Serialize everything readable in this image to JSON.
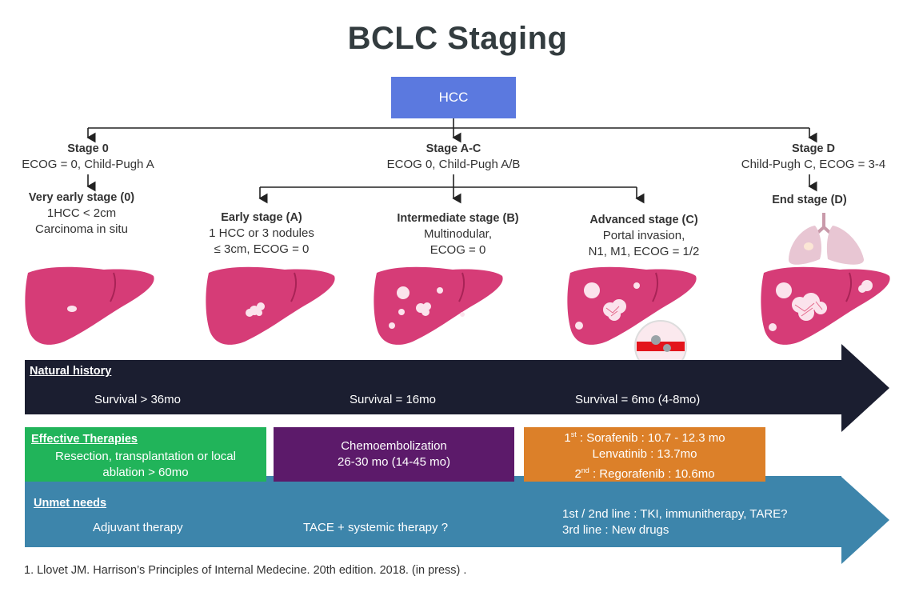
{
  "title": "BCLC Staging",
  "root": "HCC",
  "stage0": {
    "name": "Stage 0",
    "desc": "ECOG = 0, Child-Pugh A"
  },
  "stageAC": {
    "name": "Stage A-C",
    "desc": "ECOG 0, Child-Pugh A/B"
  },
  "stageD": {
    "name": "Stage D",
    "desc": "Child-Pugh C, ECOG = 3-4"
  },
  "very_early": {
    "name": "Very early stage (0)",
    "l1": "1HCC < 2cm",
    "l2": "Carcinoma in situ"
  },
  "early": {
    "name": "Early stage (A)",
    "l1": "1 HCC or 3 nodules",
    "l2": "≤ 3cm, ECOG = 0"
  },
  "intermediate": {
    "name": "Intermediate stage (B)",
    "l1": "Multinodular,",
    "l2": "ECOG = 0"
  },
  "advanced": {
    "name": "Advanced stage (C)",
    "l1": "Portal invasion,",
    "l2": "N1, M1, ECOG = 1/2"
  },
  "end": {
    "name": "End stage (D)"
  },
  "natural": {
    "heading": "Natural history",
    "s1": "Survival > 36mo",
    "s2": "Survival = 16mo",
    "s3": "Survival = 6mo (4-8mo)"
  },
  "therapies": {
    "heading": "Effective Therapies",
    "green": "Resection, transplantation or local ablation > 60mo",
    "purple_l1": "Chemoembolization",
    "purple_l2": "26-30 mo (14-45 mo)",
    "orange_l1_sup": "st",
    "orange_l1_num": "1",
    "orange_l1": " : Sorafenib : 10.7 - 12.3 mo",
    "orange_l2": "Lenvatinib : 13.7mo",
    "orange_l3_num": "2",
    "orange_l3_sup": "nd",
    "orange_l3": " : Regorafenib : 10.6mo"
  },
  "unmet": {
    "heading": "Unmet needs",
    "c1": "Adjuvant therapy",
    "c2": "TACE + systemic therapy ?",
    "c3_l1": "1st / 2nd line : TKI, immunitherapy, TARE?",
    "c3_l2": "3rd line : New drugs"
  },
  "footnote": "1. Llovet JM. Harrison’s Principles of Internal Medecine. 20th edition. 2018. (in press) .",
  "colors": {
    "hcc": "#5b79df",
    "natural": "#1b1e30",
    "green": "#21b45a",
    "purple": "#5c1a6a",
    "orange": "#dc8029",
    "unmet": "#3d85ab",
    "liver": "#d63c77"
  }
}
